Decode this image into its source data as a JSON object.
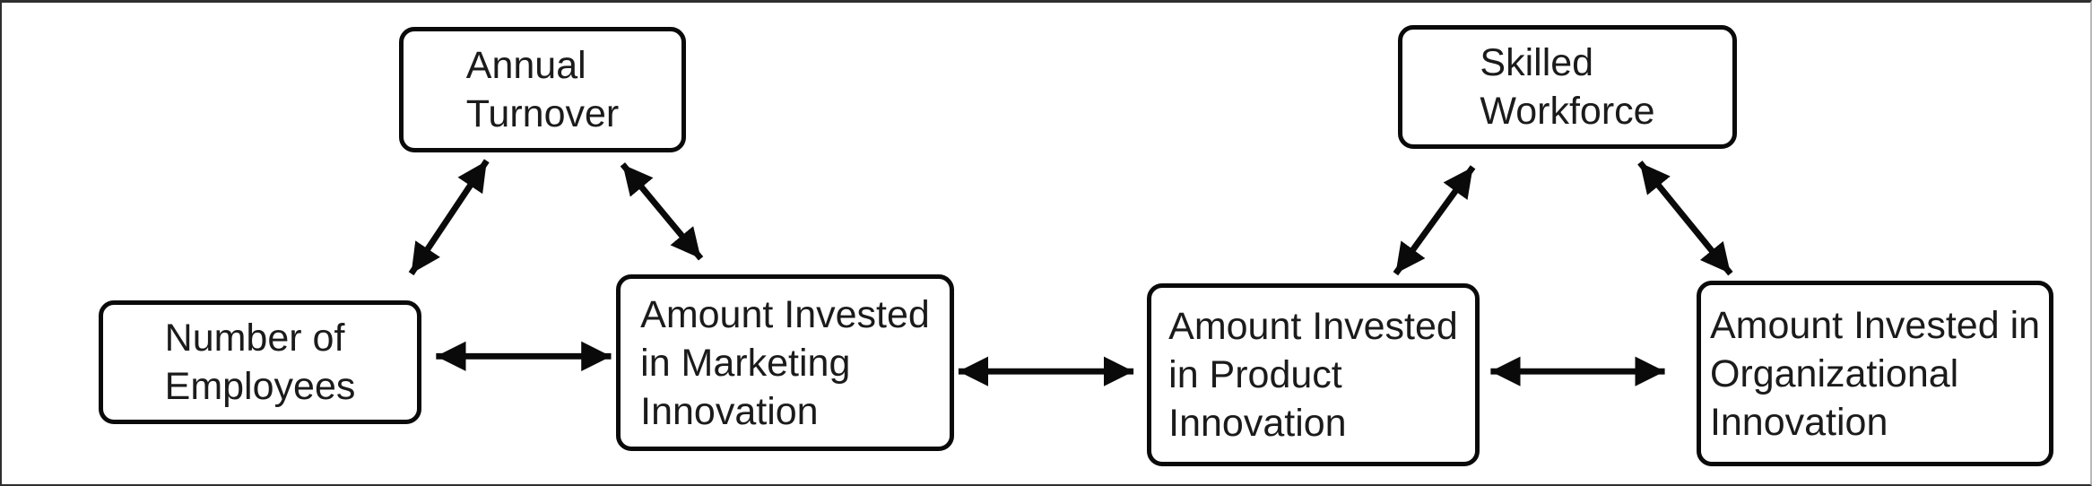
{
  "diagram": {
    "type": "relationship-diagram",
    "colors": {
      "background": "#ffffff",
      "frame": "#2f2f2f",
      "box_border": "#0a0a0a",
      "text": "#1b1b1b",
      "arrow": "#0a0a0a"
    },
    "nodes": {
      "annual_turnover": {
        "label": "Annual Turnover",
        "lines": [
          "Annual",
          "Turnover"
        ]
      },
      "skilled_workforce": {
        "label": "Skilled Workforce",
        "lines": [
          "Skilled",
          "Workforce"
        ]
      },
      "number_of_employees": {
        "label": "Number of Employees",
        "lines": [
          "Number of",
          "Employees"
        ]
      },
      "marketing_innovation": {
        "label": "Amount Invested in Marketing Innovation",
        "lines": [
          "Amount Invested",
          "in Marketing",
          "Innovation"
        ]
      },
      "product_innovation": {
        "label": "Amount Invested in Product Innovation",
        "lines": [
          "Amount Invested",
          "in Product",
          "Innovation"
        ]
      },
      "organizational_innovation": {
        "label": "Amount Invested in Organizational Innovation",
        "lines": [
          "Amount Invested in",
          "Organizational",
          "Innovation"
        ]
      }
    },
    "edges": [
      {
        "from": "Annual Turnover",
        "to": "Number of Employees",
        "style": "double-arrow"
      },
      {
        "from": "Annual Turnover",
        "to": "Amount Invested in Marketing Innovation",
        "style": "double-arrow"
      },
      {
        "from": "Number of Employees",
        "to": "Amount Invested in Marketing Innovation",
        "style": "double-arrow"
      },
      {
        "from": "Amount Invested in Marketing Innovation",
        "to": "Amount Invested in Product Innovation",
        "style": "double-arrow"
      },
      {
        "from": "Amount Invested in Product Innovation",
        "to": "Amount Invested in Organizational Innovation",
        "style": "double-arrow"
      },
      {
        "from": "Skilled Workforce",
        "to": "Amount Invested in Product Innovation",
        "style": "double-arrow"
      },
      {
        "from": "Skilled Workforce",
        "to": "Amount Invested in Organizational Innovation",
        "style": "double-arrow"
      }
    ]
  }
}
